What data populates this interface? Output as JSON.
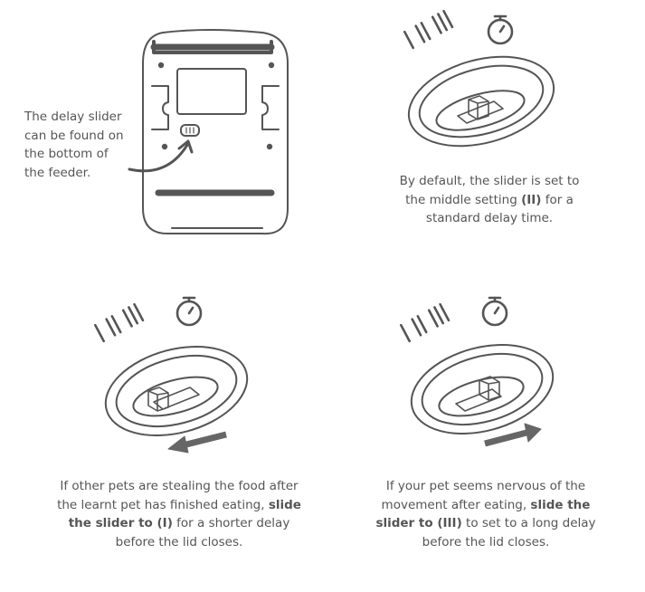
{
  "panel1": {
    "caption": "The delay slider can be found on the bottom of the feeder."
  },
  "panel2": {
    "caption_pre": "By default, the slider is set to the middle setting ",
    "caption_bold": "(II)",
    "caption_post": " for a standard delay time."
  },
  "panel3": {
    "caption_pre": "If other pets are stealing the food after the learnt pet has finished eating, ",
    "caption_bold": "slide the slider to (I)",
    "caption_post": " for a shorter delay before the lid closes."
  },
  "panel4": {
    "caption_pre": "If your pet seems nervous of the movement after eating, ",
    "caption_bold": "slide the slider to (III)",
    "caption_post": " to set to a long delay before the lid closes."
  },
  "icons": [
    "tally-one-icon",
    "tally-two-icon",
    "tally-three-icon",
    "stopwatch-icon",
    "arrow-left-icon",
    "arrow-right-icon"
  ],
  "colors": {
    "stroke": "#555555",
    "arrow": "#666666",
    "text": "#555555"
  }
}
